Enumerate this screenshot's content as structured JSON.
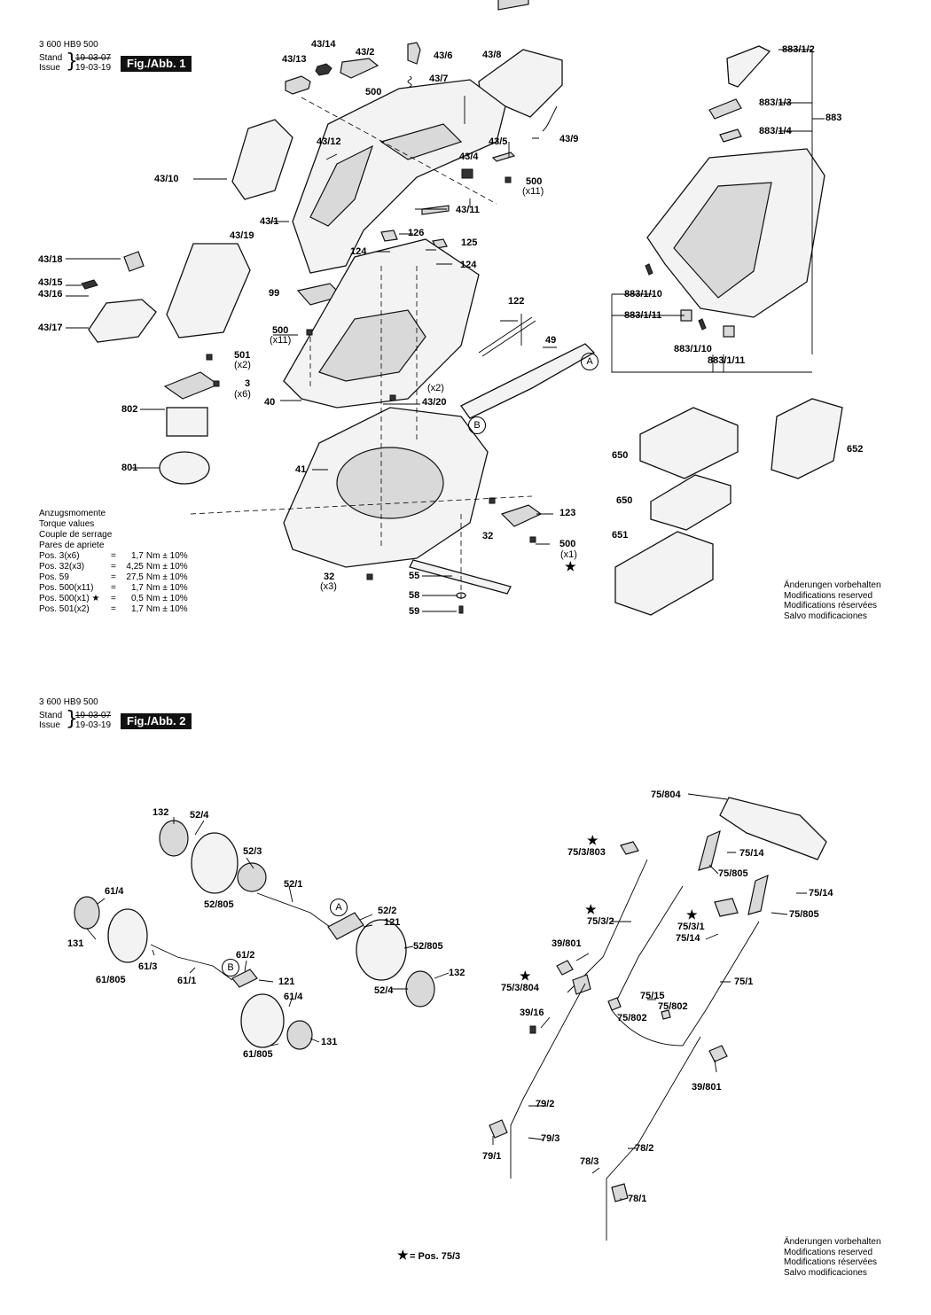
{
  "fig1": {
    "doc_no": "3 600 HB9 500",
    "stand_label": "Stand",
    "issue_label": "Issue",
    "stand_date": "19-03-07",
    "issue_date": "19-03-19",
    "fig_label": "Fig./Abb. 1",
    "torque": {
      "title_lines": [
        "Anzugsmomente",
        "Torque values",
        "Couple de serrage",
        "Pares de apriete"
      ],
      "rows": [
        {
          "pos": "Pos.   3(x6)",
          "eq": "=",
          "val": "1,7",
          "unit": "Nm",
          "tol": "± 10%"
        },
        {
          "pos": "Pos.  32(x3)",
          "eq": "=",
          "val": "4,25",
          "unit": "Nm",
          "tol": "± 10%"
        },
        {
          "pos": "Pos.  59",
          "eq": "=",
          "val": "27,5",
          "unit": "Nm",
          "tol": "± 10%"
        },
        {
          "pos": "Pos. 500(x11)",
          "eq": "=",
          "val": "1,7",
          "unit": "Nm",
          "tol": "± 10%"
        },
        {
          "pos": "Pos. 500(x1) ★",
          "eq": "=",
          "val": "0,5",
          "unit": "Nm",
          "tol": "± 10%"
        },
        {
          "pos": "Pos. 501(x2)",
          "eq": "=",
          "val": "1,7",
          "unit": "Nm",
          "tol": "± 10%"
        }
      ]
    },
    "notes": [
      "Änderungen vorbehalten",
      "Modifications reserved",
      "Modifications réservées",
      "Salvo modificaciones"
    ],
    "labels": {
      "l43_14": "43/14",
      "l43_2": "43/2",
      "l43_13": "43/13",
      "l43_6": "43/6",
      "l43_8": "43/8",
      "l43_7": "43/7",
      "l500a": "500",
      "l43_12": "43/12",
      "l43_5": "43/5",
      "l43_9": "43/9",
      "l43_4": "43/4",
      "l43_10": "43/10",
      "l500b": "500",
      "l500b_x": "(x11)",
      "l43_1": "43/1",
      "l43_11": "43/11",
      "l126": "126",
      "l125": "125",
      "l124a": "124",
      "l124b": "124",
      "l43_19": "43/19",
      "l43_18": "43/18",
      "l43_15": "43/15",
      "l43_16": "43/16",
      "l43_17": "43/17",
      "l99": "99",
      "l122": "122",
      "l500c": "500",
      "l500c_x": "(x11)",
      "l49": "49",
      "l501": "501",
      "l501_x": "(x2)",
      "l3": "3",
      "l3_x": "(x6)",
      "l802": "802",
      "l40": "40",
      "l43_20_x": "(x2)",
      "l43_20": "43/20",
      "l801": "801",
      "l41": "41",
      "l123": "123",
      "l32a": "32",
      "l500d": "500",
      "l500d_x": "(x1)",
      "l32b": "32",
      "l32b_x": "(x3)",
      "l55": "55",
      "l58": "58",
      "l59": "59",
      "lA": "A",
      "lB": "B",
      "l883_1_2": "883/1/2",
      "l883_1_3": "883/1/3",
      "l883": "883",
      "l883_1_4": "883/1/4",
      "l883_1_10a": "883/1/10",
      "l883_1_11a": "883/1/11",
      "l883_1_10b": "883/1/10",
      "l883_1_11b": "883/1/11",
      "l650a": "650",
      "l650b": "650",
      "l651": "651",
      "l652": "652"
    },
    "star": "★"
  },
  "fig2": {
    "doc_no": "3 600 HB9 500",
    "stand_label": "Stand",
    "issue_label": "Issue",
    "stand_date": "19-03-07",
    "issue_date": "19-03-19",
    "fig_label": "Fig./Abb. 2",
    "notes": [
      "Änderungen vorbehalten",
      "Modifications reserved",
      "Modifications réservées",
      "Salvo modificaciones"
    ],
    "footnote_star": "★",
    "footnote_text": "= Pos.  75/3",
    "labels": {
      "l132a": "132",
      "l52_4a": "52/4",
      "l52_3": "52/3",
      "l52_805a": "52/805",
      "l52_1": "52/1",
      "l52_2": "52/2",
      "l121a": "121",
      "l52_805b": "52/805",
      "l132b": "132",
      "l52_4b": "52/4",
      "l61_4a": "61/4",
      "l131a": "131",
      "l61_3": "61/3",
      "l61_805a": "61/805",
      "l61_1": "61/1",
      "l61_2": "61/2",
      "l121b": "121",
      "l61_4b": "61/4",
      "l61_805b": "61/805",
      "l131b": "131",
      "lA": "A",
      "lB": "B",
      "l75_804": "75/804",
      "l75_3_803": "75/3/803",
      "l75_14a": "75/14",
      "l75_805a": "75/805",
      "l75_14b": "75/14",
      "l75_805b": "75/805",
      "l75_3_2": "75/3/2",
      "l75_3_1": "75/3/1",
      "l75_14c": "75/14",
      "l39_801a": "39/801",
      "l75_3_804": "75/3/804",
      "l75_1": "75/1",
      "l75_15": "75/15",
      "l75_802a": "75/802",
      "l75_802b": "75/802",
      "l39_16": "39/16",
      "l39_801b": "39/801",
      "l79_2": "79/2",
      "l79_3": "79/3",
      "l79_1": "79/1",
      "l78_2": "78/2",
      "l78_3": "78/3",
      "l78_1": "78/1"
    }
  }
}
